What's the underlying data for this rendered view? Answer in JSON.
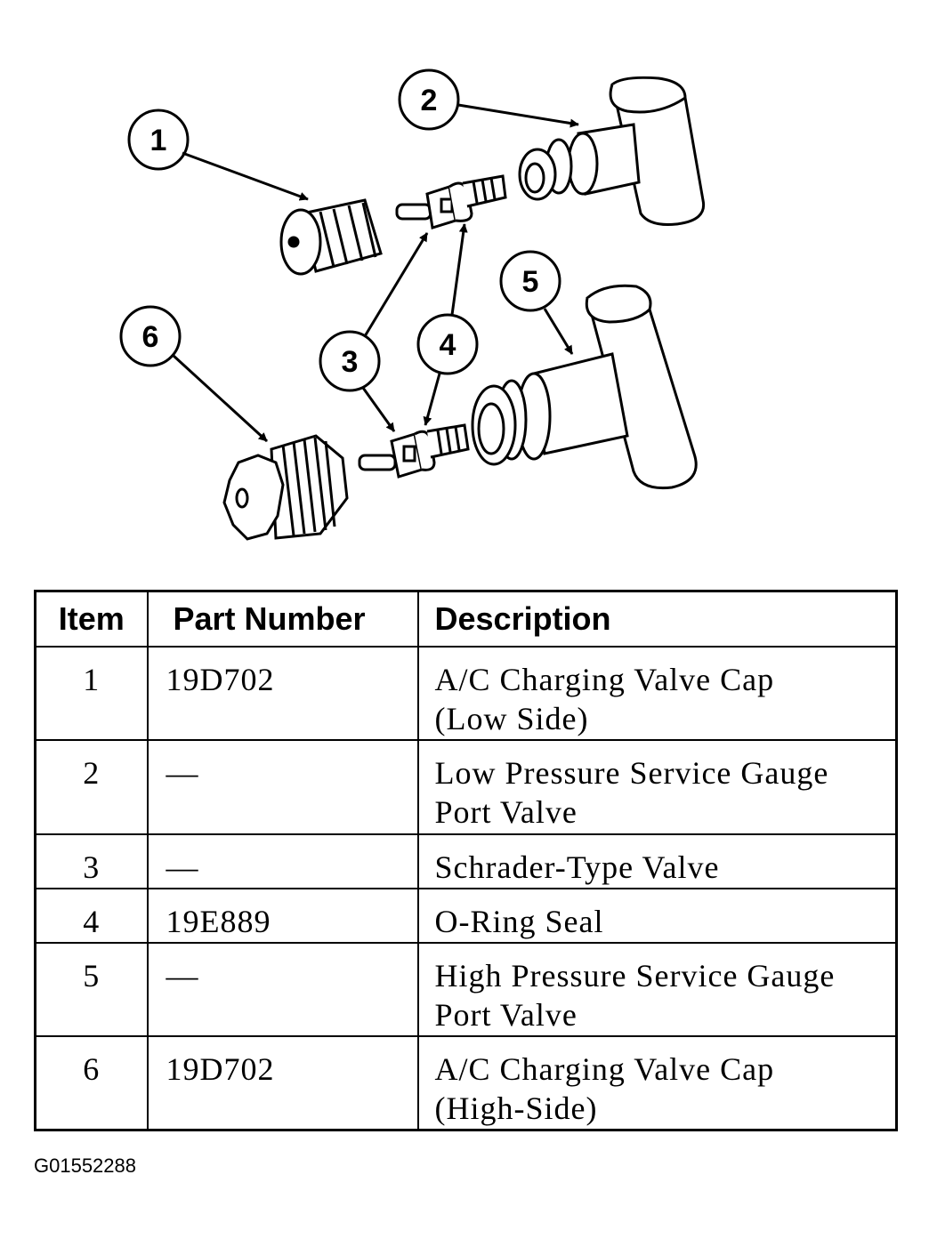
{
  "callouts": [
    "1",
    "2",
    "3",
    "4",
    "5",
    "6"
  ],
  "table": {
    "headers": {
      "item": "Item",
      "part_number": "Part Number",
      "description": "Description"
    },
    "rows": [
      {
        "item": "1",
        "part_number": "19D702",
        "description": [
          "A/C Charging Valve Cap",
          "(Low Side)"
        ]
      },
      {
        "item": "2",
        "part_number": "—",
        "description": [
          "Low Pressure Service Gauge",
          "Port Valve"
        ]
      },
      {
        "item": "3",
        "part_number": "—",
        "description": [
          "Schrader-Type Valve"
        ]
      },
      {
        "item": "4",
        "part_number": "19E889",
        "description": [
          "O-Ring Seal"
        ]
      },
      {
        "item": "5",
        "part_number": "—",
        "description": [
          "High Pressure Service Gauge",
          "Port Valve"
        ]
      },
      {
        "item": "6",
        "part_number": "19D702",
        "description": [
          "A/C Charging Valve Cap",
          "(High-Side)"
        ]
      }
    ]
  },
  "figure_code": "G01552288"
}
